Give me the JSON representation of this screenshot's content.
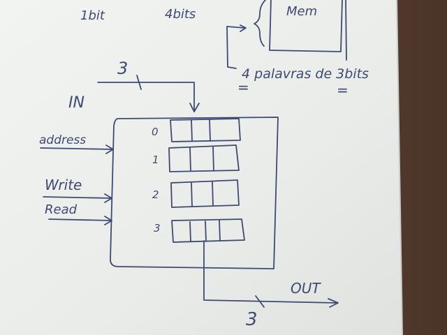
{
  "notes": {
    "top_left": "1bit",
    "top_mid": "4bits",
    "mem_label": "Mem",
    "words_note": "4 palavras de 3bits",
    "equals_left": "=",
    "equals_right": "="
  },
  "diagram": {
    "in_bus_width": "3",
    "in_label": "IN",
    "address_label": "address",
    "write_label": "Write",
    "read_label": "Read",
    "rows": [
      "0",
      "1",
      "2",
      "3"
    ],
    "out_label": "OUT",
    "out_bus_width": "3"
  },
  "colors": {
    "ink": "#3e4a72",
    "paper": "#eef0ec",
    "desk": "#6b5040"
  }
}
